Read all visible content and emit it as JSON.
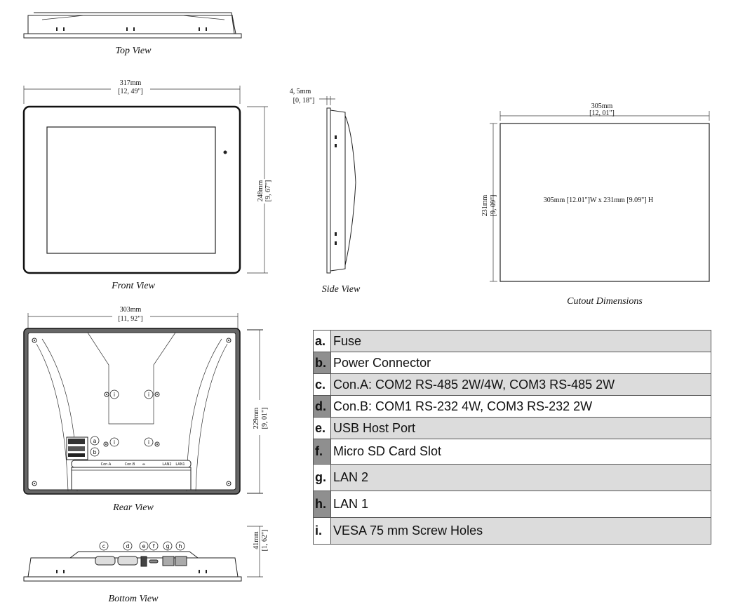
{
  "captions": {
    "top_view": "Top View",
    "front_view": "Front View",
    "side_view": "Side View",
    "cutout": "Cutout Dimensions",
    "rear_view": "Rear View",
    "bottom_view": "Bottom View"
  },
  "dimensions": {
    "front_width_mm": "317mm",
    "front_width_in": "[12, 49\"]",
    "front_height_mm": "248mm",
    "front_height_in": "[9, 67\"]",
    "side_depth_mm": "4, 5mm",
    "side_depth_in": "[0, 18\"]",
    "cutout_width_mm": "305mm",
    "cutout_width_in": "[12, 01\"]",
    "cutout_height_mm": "231mm",
    "cutout_height_in": "[9, 09\"]",
    "cutout_note": "305mm [12.01\"]W x 231mm [9.09\"] H",
    "rear_width_mm": "303mm",
    "rear_width_in": "[11, 92\"]",
    "rear_height_mm": "229mm",
    "rear_height_in": "[9, 01\"]",
    "bottom_depth_mm": "41mm",
    "bottom_depth_in": "[1, 62\"]"
  },
  "callouts": {
    "a": "a",
    "b": "b",
    "c": "c",
    "d": "d",
    "e": "e",
    "f": "f",
    "g": "g",
    "h": "h",
    "i": "i"
  },
  "rear_labels": {
    "con_a": "Con.A",
    "con_b": "Con.B",
    "lan2": "LAN2",
    "lan1": "LAN1"
  },
  "legend": [
    {
      "key": "a.",
      "text": "Fuse",
      "style": "shade"
    },
    {
      "key": "b.",
      "text": "Power Connector",
      "style": "dark"
    },
    {
      "key": "c.",
      "text": "Con.A: COM2 RS-485 2W/4W, COM3 RS-485 2W",
      "style": "shade"
    },
    {
      "key": "d.",
      "text": "Con.B: COM1 RS-232 4W, COM3 RS-232 2W",
      "style": "dark"
    },
    {
      "key": "e.",
      "text": "USB Host Port",
      "style": "shade"
    },
    {
      "key": "f.",
      "text": "Micro SD Card Slot",
      "style": "dark"
    },
    {
      "key": "g.",
      "text": "LAN 2",
      "style": "shade"
    },
    {
      "key": "h.",
      "text": "LAN 1",
      "style": "dark"
    },
    {
      "key": "i.",
      "text": "VESA 75 mm Screw Holes",
      "style": "shade"
    }
  ]
}
